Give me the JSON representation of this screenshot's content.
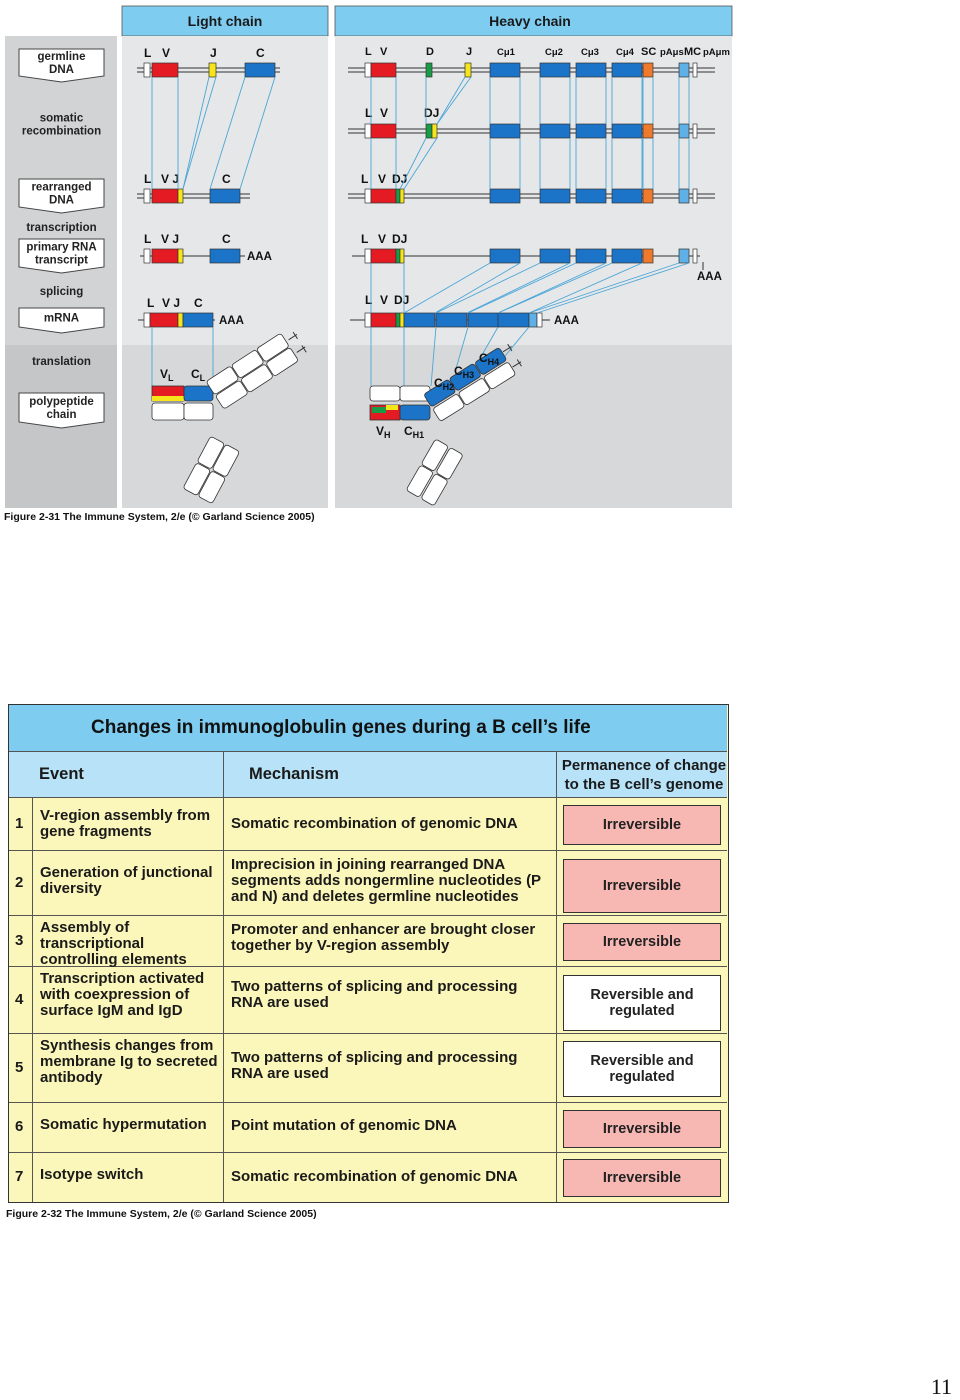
{
  "figure1": {
    "light_chain_title": "Light chain",
    "heavy_chain_title": "Heavy chain",
    "stages": [
      {
        "key": "germline",
        "label_lines": [
          "germline",
          "DNA"
        ],
        "boxed": true
      },
      {
        "key": "somatic",
        "label_lines": [
          "somatic",
          "recombination"
        ],
        "boxed": false
      },
      {
        "key": "rearranged",
        "label_lines": [
          "rearranged",
          "DNA"
        ],
        "boxed": true
      },
      {
        "key": "transcription",
        "label_lines": [
          "transcription"
        ],
        "boxed": false
      },
      {
        "key": "primary",
        "label_lines": [
          "primary RNA",
          "transcript"
        ],
        "boxed": true
      },
      {
        "key": "splicing",
        "label_lines": [
          "splicing"
        ],
        "boxed": false
      },
      {
        "key": "mrna",
        "label_lines": [
          "mRNA"
        ],
        "boxed": true
      },
      {
        "key": "translation",
        "label_lines": [
          "translation"
        ],
        "boxed": false
      },
      {
        "key": "polypeptide",
        "label_lines": [
          "polypeptide",
          "chain"
        ],
        "boxed": true
      }
    ],
    "light_labels": {
      "L": "L",
      "V": "V",
      "J": "J",
      "C": "C",
      "VJ": "V  J",
      "AAA": "AAA",
      "VL": "V",
      "VL_sub": "L",
      "CL": "C",
      "CL_sub": "L"
    },
    "heavy_labels": {
      "L": "L",
      "V": "V",
      "D": "D",
      "J": "J",
      "DJ": "DJ",
      "Cmu1": "Cμ1",
      "Cmu2": "Cμ2",
      "Cmu3": "Cμ3",
      "Cmu4": "Cμ4",
      "SC": "SC",
      "pAmus": "pAμs",
      "MC": "MC",
      "pAmum": "pAμm",
      "AAA": "AAA",
      "VH": "V",
      "VH_sub": "H",
      "CH1": "C",
      "CH1_sub": "H1",
      "CH2": "C",
      "CH2_sub": "H2",
      "CH3": "C",
      "CH3_sub": "H3",
      "CH4": "C",
      "CH4_sub": "H4"
    },
    "caption": "Figure 2-31  The Immune System, 2/e (© Garland Science 2005)",
    "colors": {
      "V": "#e41b23",
      "J": "#f6e51a",
      "D": "#1a9b48",
      "C": "#1b74c8",
      "SC": "#ef7a2e",
      "M": "#5fb0e6",
      "panel": "#d2d3d5",
      "header": "#7ecdf1"
    }
  },
  "table": {
    "title": "Changes in immunoglobulin genes during a B cell’s life",
    "headers": {
      "event": "Event",
      "mechanism": "Mechanism",
      "permanence": "Permanence of change to the B cell’s genome"
    },
    "rows": [
      {
        "num": "1",
        "event": "V-region assembly from gene fragments",
        "mechanism": "Somatic recombination of genomic DNA",
        "permanence": "Irreversible",
        "kind": "irr"
      },
      {
        "num": "2",
        "event": "Generation of junctional diversity",
        "mechanism": "Imprecision in joining rearranged DNA segments adds nongermline nucleotides (P and N) and deletes germline nucleotides",
        "permanence": "Irreversible",
        "kind": "irr"
      },
      {
        "num": "3",
        "event": "Assembly of transcriptional controlling elements",
        "mechanism": "Promoter and enhancer are brought closer together by V-region assembly",
        "permanence": "Irreversible",
        "kind": "irr"
      },
      {
        "num": "4",
        "event": "Transcription activated with coexpression of surface IgM and IgD",
        "mechanism": "Two patterns of splicing and processing RNA are used",
        "permanence": "Reversible and regulated",
        "kind": "rev"
      },
      {
        "num": "5",
        "event": "Synthesis changes from membrane Ig to secreted antibody",
        "mechanism": "Two patterns of splicing and processing RNA are used",
        "permanence": "Reversible and regulated",
        "kind": "rev"
      },
      {
        "num": "6",
        "event": "Somatic hypermutation",
        "mechanism": "Point mutation of genomic DNA",
        "permanence": "Irreversible",
        "kind": "irr"
      },
      {
        "num": "7",
        "event": "Isotype switch",
        "mechanism": "Somatic recombination of genomic DNA",
        "permanence": "Irreversible",
        "kind": "irr"
      }
    ],
    "caption": "Figure 2-32  The Immune System, 2/e (© Garland Science 2005)",
    "colors": {
      "title_bg": "#7ecdf1",
      "header_bg": "#b7e2f7",
      "body_bg": "#fbf6b9",
      "irreversible_bg": "#f7b8b4",
      "reversible_bg": "#ffffff"
    }
  },
  "page_number": "11"
}
